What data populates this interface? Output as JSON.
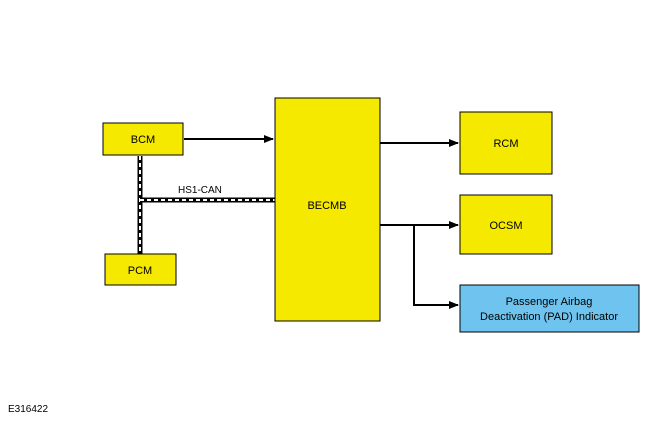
{
  "diagram": {
    "nodes": {
      "bcm": "BCM",
      "pcm": "PCM",
      "becmb": "BECMB",
      "rcm": "RCM",
      "ocsm": "OCSM",
      "pad_line1": "Passenger Airbag",
      "pad_line2": "Deactivation (PAD) Indicator"
    },
    "bus_label": "HS1-CAN",
    "reference_id": "E316422",
    "colors": {
      "module_fill": "#f5e900",
      "indicator_fill": "#6ec4ee",
      "stroke": "#000000",
      "background": "#ffffff"
    }
  }
}
